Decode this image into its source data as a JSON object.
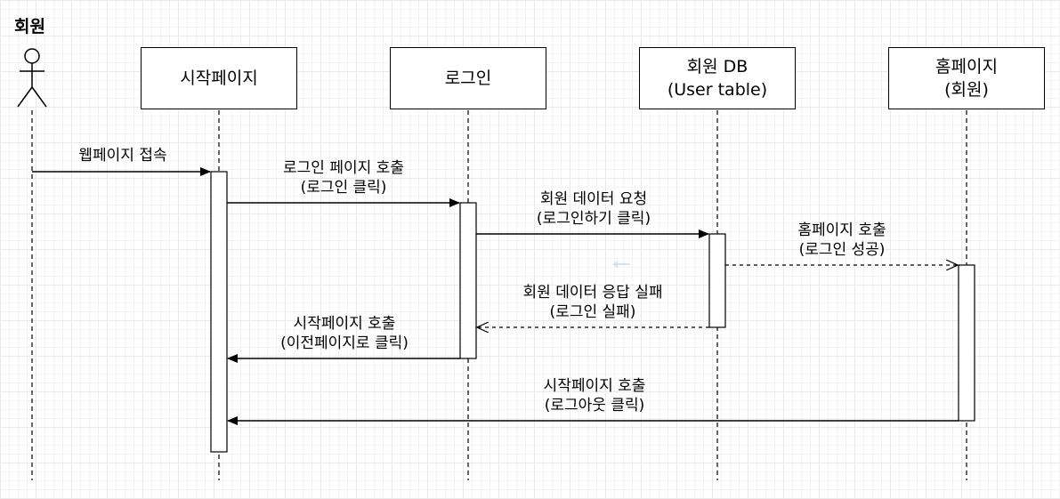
{
  "actor": {
    "label": "회원"
  },
  "participants": [
    {
      "id": "start",
      "line1": "시작페이지",
      "line2": ""
    },
    {
      "id": "login",
      "line1": "로그인",
      "line2": ""
    },
    {
      "id": "db",
      "line1": "회원 DB",
      "line2": "(User table)"
    },
    {
      "id": "home",
      "line1": "홈페이지",
      "line2": "(회원)"
    }
  ],
  "messages": [
    {
      "id": "m1",
      "line1": "웹페이지 접속",
      "line2": "",
      "style": "sync"
    },
    {
      "id": "m2",
      "line1": "로그인 페이지 호출",
      "line2": "(로그인 클릭)",
      "style": "sync"
    },
    {
      "id": "m3",
      "line1": "회원 데이터 요청",
      "line2": "(로그인하기 클릭)",
      "style": "sync"
    },
    {
      "id": "m4",
      "line1": "홈페이지 호출",
      "line2": "(로그인 성공)",
      "style": "async-dashed"
    },
    {
      "id": "m5",
      "line1": "회원 데이터 응답 실패",
      "line2": "(로그인 실패)",
      "style": "return-dashed"
    },
    {
      "id": "m6",
      "line1": "시작페이지 호출",
      "line2": "(이전페이지로 클릭)",
      "style": "sync"
    },
    {
      "id": "m7",
      "line1": "시작페이지 호출",
      "line2": "(로그아웃 클릭)",
      "style": "sync"
    }
  ]
}
